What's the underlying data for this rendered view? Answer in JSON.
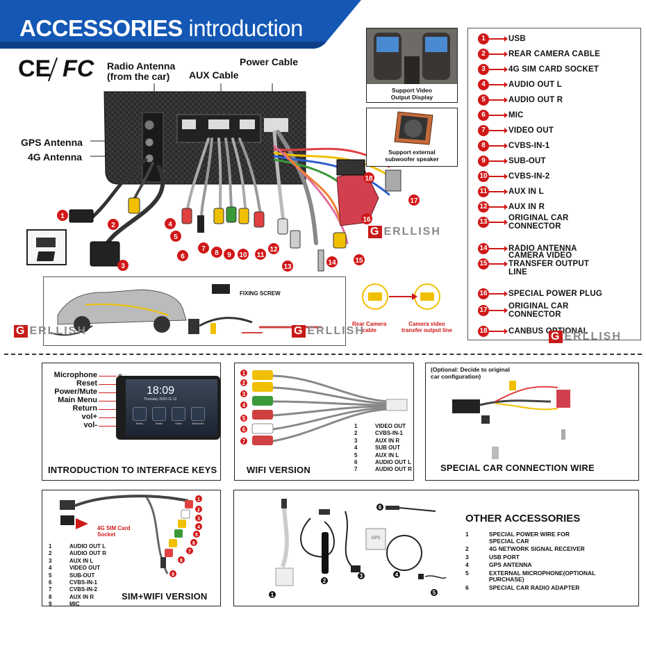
{
  "banner": {
    "title_bold": "ACCESSORIES",
    "title_light": "introduction",
    "bg": "#1457b4"
  },
  "cert": {
    "ce": "CE",
    "fc": "FC"
  },
  "labels": {
    "radio_antenna": "Radio Antenna\n(from the car)",
    "aux_cable": "AUX Cable",
    "power_cable": "Power Cable",
    "gps_antenna": "GPS Antenna",
    "antenna_4g": "4G Antenna"
  },
  "inset": {
    "video": "Support Video\nOutput Display",
    "subwoofer": "Support external\nsubwoofer speaker"
  },
  "legend": [
    {
      "n": "1",
      "t": "USB"
    },
    {
      "n": "2",
      "t": "REAR CAMERA CABLE"
    },
    {
      "n": "3",
      "t": "4G SIM CARD SOCKET"
    },
    {
      "n": "4",
      "t": "AUDIO OUT L"
    },
    {
      "n": "5",
      "t": "AUDIO OUT R"
    },
    {
      "n": "6",
      "t": "MIC"
    },
    {
      "n": "7",
      "t": "VIDEO OUT"
    },
    {
      "n": "8",
      "t": "CVBS-IN-1"
    },
    {
      "n": "9",
      "t": "SUB-OUT"
    },
    {
      "n": "10",
      "t": "CVBS-IN-2"
    },
    {
      "n": "11",
      "t": "AUX IN L"
    },
    {
      "n": "12",
      "t": "AUX IN R"
    },
    {
      "n": "13",
      "t": "ORIGINAL CAR\nCONNECTOR"
    },
    {
      "n": "14",
      "t": "RADIO ANTENNA"
    },
    {
      "n": "15",
      "t": "CAMERA VIDEO\nTRANSFER OUTPUT\nLINE"
    },
    {
      "n": "16",
      "t": "SPECIAL POWER PLUG"
    },
    {
      "n": "17",
      "t": "ORIGINAL CAR\nCONNECTOR"
    },
    {
      "n": "18",
      "t": "CANBUS OPTIONAL"
    }
  ],
  "watermark": {
    "brand": "ERLLISH",
    "initial": "G"
  },
  "camera_section": {
    "fixing_screw": "FIXING SCREW",
    "rear_camera": "Rear Camera\ncable",
    "transfer": "Camera video\ntransfer output line"
  },
  "keys": {
    "title": "INTRODUCTION TO INTERFACE KEYS",
    "items": [
      "Microphone",
      "Reset",
      "Power/Mute",
      "Main Menu",
      "Return",
      "vol+",
      "vol-"
    ],
    "time": "18:09",
    "date": "Thursday  2020-11-12",
    "apps": [
      "Music",
      "Radio",
      "Video",
      "Bluetooth"
    ]
  },
  "wifi": {
    "title": "WIFI VERSION",
    "items": [
      {
        "n": "1",
        "t": "VIDEO OUT"
      },
      {
        "n": "2",
        "t": "CVBS-IN-1"
      },
      {
        "n": "3",
        "t": "AUX IN R"
      },
      {
        "n": "4",
        "t": "SUB OUT"
      },
      {
        "n": "5",
        "t": "AUX IN L"
      },
      {
        "n": "6",
        "t": "AUDIO OUT L"
      },
      {
        "n": "7",
        "t": "AUDIO OUT R"
      }
    ]
  },
  "special": {
    "title": "SPECIAL CAR CONNECTION WIRE",
    "note": "(Optional: Decide to original\ncar configuration)"
  },
  "sim": {
    "title": "SIM+WIFI VERSION",
    "socket": "4G SIM Card\nSocket",
    "items": [
      {
        "n": "1",
        "t": "AUDIO OUT L"
      },
      {
        "n": "2",
        "t": "AUDIO OUT R"
      },
      {
        "n": "3",
        "t": "AUX IN L"
      },
      {
        "n": "4",
        "t": "VIDEO OUT"
      },
      {
        "n": "5",
        "t": "SUB-OUT"
      },
      {
        "n": "6",
        "t": "CVBS-IN-1"
      },
      {
        "n": "7",
        "t": "CVBS-IN-2"
      },
      {
        "n": "8",
        "t": "AUX IN R"
      },
      {
        "n": "9",
        "t": "MIC"
      }
    ]
  },
  "other": {
    "title": "OTHER ACCESSORIES",
    "items": [
      {
        "n": "1",
        "t": "SPECIAL POWER WIRE FOR\nSPECIAL CAR"
      },
      {
        "n": "2",
        "t": "4G NETWORK SIGNAL RECEIVER"
      },
      {
        "n": "3",
        "t": "USB PORT"
      },
      {
        "n": "4",
        "t": "GPS ANTENNA"
      },
      {
        "n": "5",
        "t": "EXTERNAL MICROPHONE(OPTIONAL\nPURCHASE)"
      },
      {
        "n": "6",
        "t": "SPECIAL CAR RADIO ADAPTER"
      }
    ],
    "gps_tag": "GPS"
  }
}
